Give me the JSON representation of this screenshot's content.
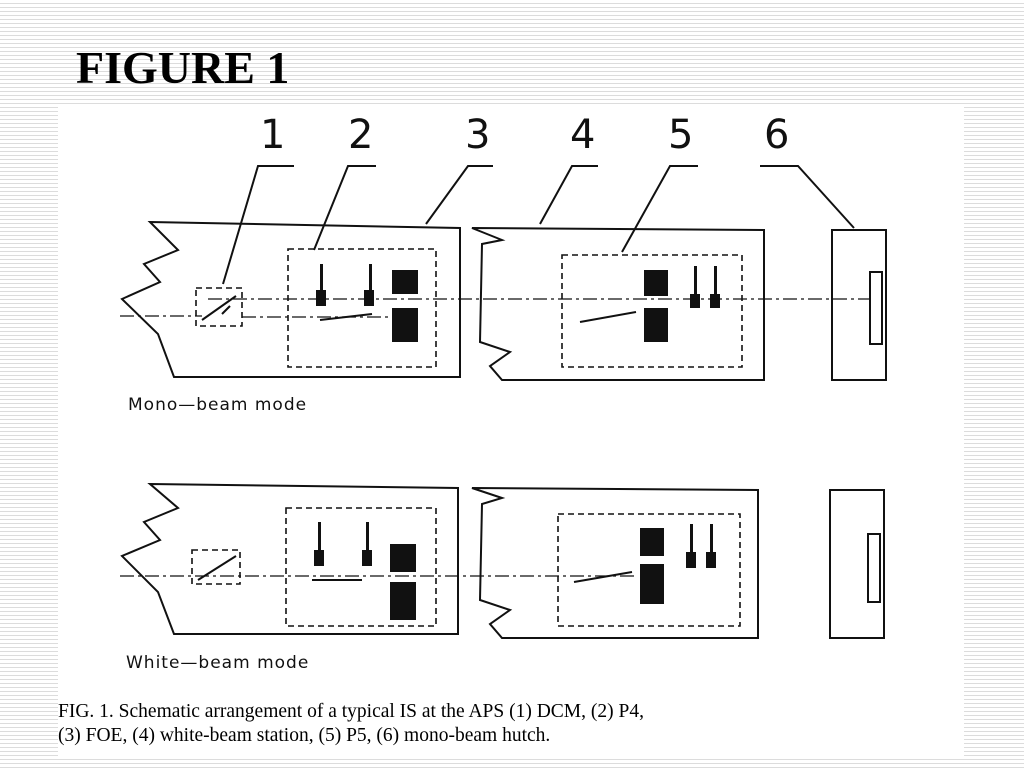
{
  "slide": {
    "title": "FIGURE 1"
  },
  "figure": {
    "numbers": [
      "1",
      "2",
      "3",
      "4",
      "5",
      "6"
    ],
    "modes": {
      "top": "Mono—beam  mode",
      "bottom": "White—beam  mode"
    },
    "caption": {
      "line1": "FIG. 1.  Schematic arrangement of a typical IS at the APS (1) DCM, (2) P4,",
      "line2": "(3) FOE, (4) white-beam station, (5) P5, (6) mono-beam hutch."
    }
  }
}
